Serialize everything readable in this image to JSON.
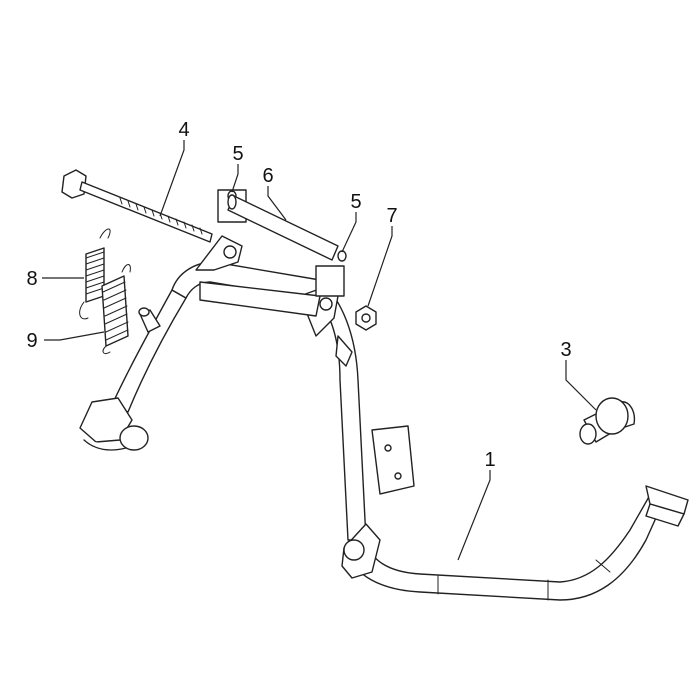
{
  "diagram": {
    "type": "exploded-parts-diagram",
    "background_color": "#ffffff",
    "line_color": "#222222",
    "callouts": [
      {
        "id": "c1",
        "label": "1"
      },
      {
        "id": "c3",
        "label": "3"
      },
      {
        "id": "c4",
        "label": "4"
      },
      {
        "id": "c5a",
        "label": "5"
      },
      {
        "id": "c5b",
        "label": "5"
      },
      {
        "id": "c6",
        "label": "6"
      },
      {
        "id": "c7",
        "label": "7"
      },
      {
        "id": "c8",
        "label": "8"
      },
      {
        "id": "c9",
        "label": "9"
      }
    ]
  }
}
